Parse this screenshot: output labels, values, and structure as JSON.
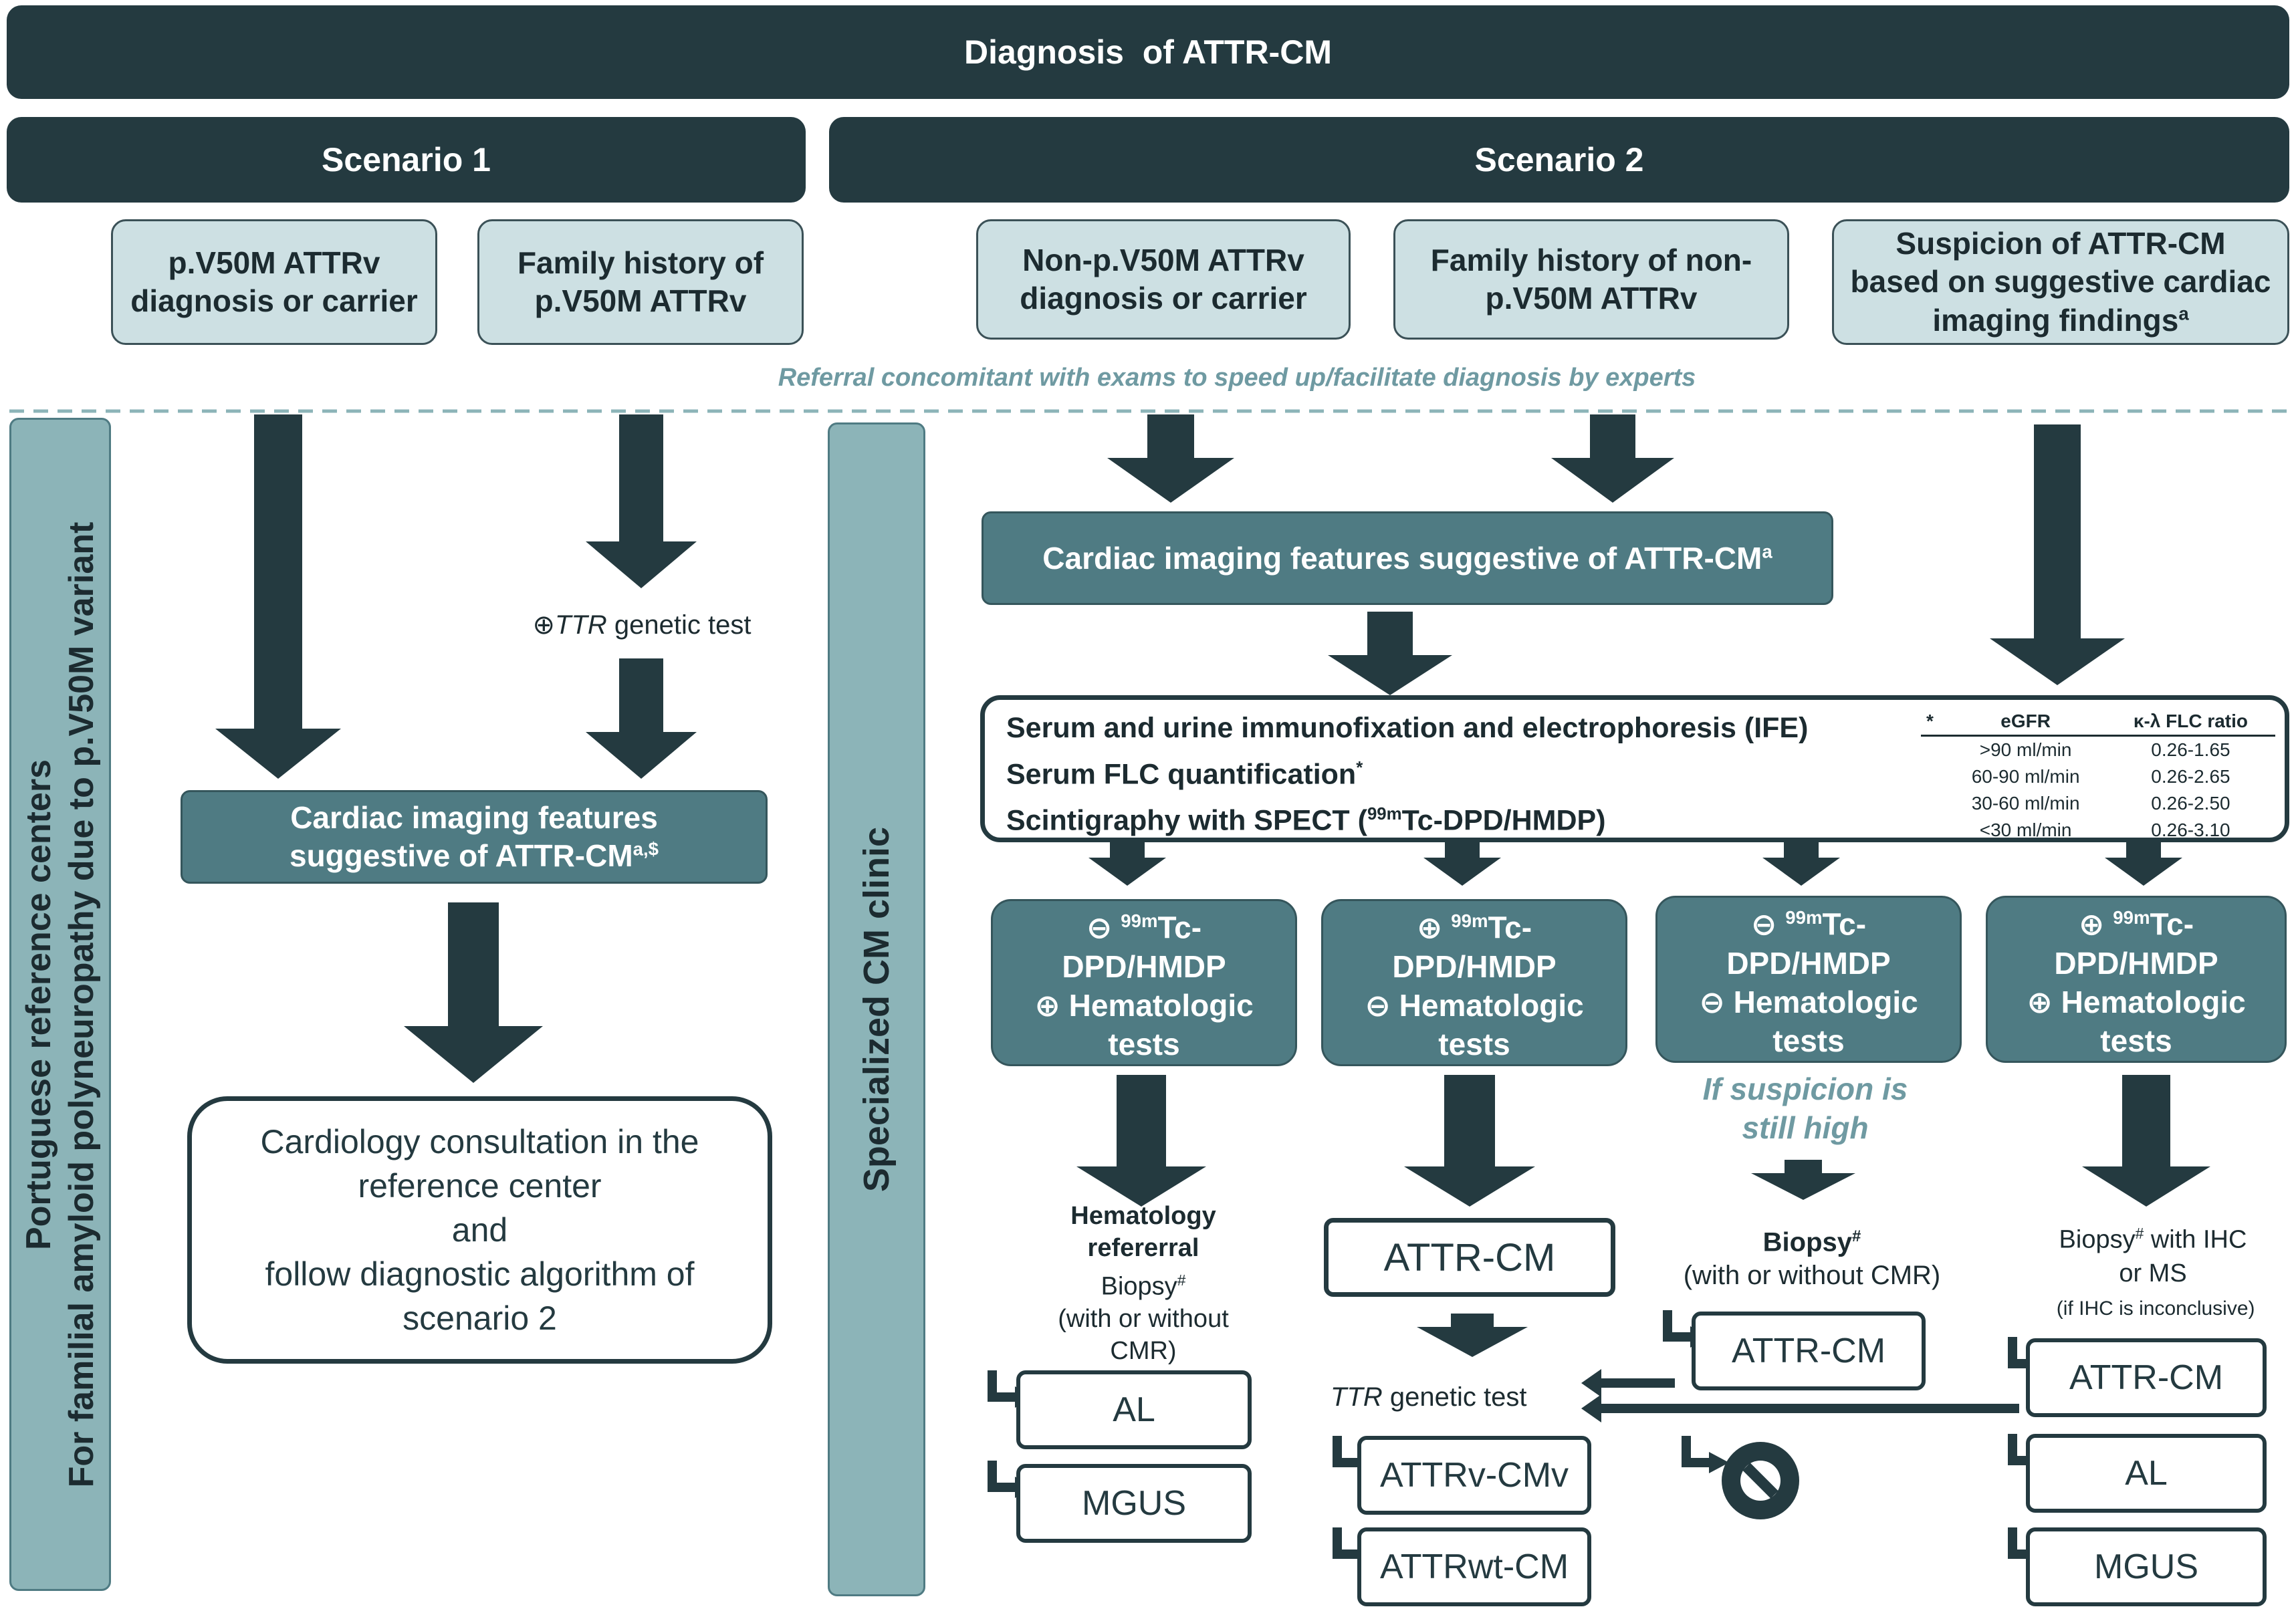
{
  "title": "Diagnosis  of ATTR-CM",
  "scenario1": {
    "label": "Scenario 1",
    "box_a": "p.V50M ATTRv diagnosis or carrier",
    "box_b": "Family history of p.V50M ATTRv",
    "genetic_test_symbol": "⊕",
    "genetic_test_gene": "TTR",
    "genetic_test_rest": " genetic test",
    "imaging": "Cardiac imaging features suggestive of ATTR-CM",
    "imaging_sup": "a,$",
    "consult": [
      "Cardiology consultation in the",
      "reference center",
      "and",
      "follow diagnostic algorithm of",
      "scenario 2"
    ],
    "side_line1": "Portuguese reference centers",
    "side_line2": "For familial amyloid polyneuropathy due to p.V50M variant"
  },
  "scenario2": {
    "label": "Scenario 2",
    "box_a": "Non-p.V50M ATTRv diagnosis or carrier",
    "box_b": "Family history of non-p.V50M ATTRv",
    "box_c": "Suspicion of ATTR-CM based on suggestive cardiac imaging findings",
    "box_c_sup": "a",
    "referral_note": "Referral concomitant with exams to speed up/facilitate diagnosis by experts",
    "side_label": "Specialized CM clinic",
    "imaging": "Cardiac imaging features suggestive of ATTR-CM",
    "imaging_sup": "a",
    "tests": {
      "line1": "Serum and urine immunofixation and electrophoresis (IFE)",
      "line2": "Serum FLC quantification",
      "line2_mark": "*",
      "line3_pre": "Scintigraphy with SPECT (",
      "line3_sup": "99m",
      "line3_post": "Tc-DPD/HMDP)"
    },
    "flc_table": {
      "star": "*",
      "col1": "eGFR",
      "col2": "κ-λ FLC ratio",
      "rows": [
        [
          ">90 ml/min",
          "0.26-1.65"
        ],
        [
          "60-90 ml/min",
          "0.26-2.65"
        ],
        [
          "30-60 ml/min",
          "0.26-2.50"
        ],
        [
          "<30 ml/min",
          "0.26-3.10"
        ]
      ]
    },
    "results": [
      {
        "scint_sign": "⊖",
        "heme_sign": "⊕"
      },
      {
        "scint_sign": "⊕",
        "heme_sign": "⊖"
      },
      {
        "scint_sign": "⊖",
        "heme_sign": "⊖"
      },
      {
        "scint_sign": "⊕",
        "heme_sign": "⊕"
      }
    ],
    "result_sup": "99m",
    "result_tc": "Tc-",
    "result_dpd": "DPD/HMDP",
    "result_heme": "Hematologic",
    "result_tests": "tests",
    "col1": {
      "heading": "Hematology refererral",
      "biopsy": "Biopsy",
      "biopsy_sup": "#",
      "cmr": "(with or without CMR)",
      "out1": "AL",
      "out2": "MGUS"
    },
    "col2": {
      "out_main": "ATTR-CM",
      "gene": "TTR",
      "gene_rest": " genetic test",
      "out1": "ATTRv-CMv",
      "out2": "ATTRwt-CM"
    },
    "col3": {
      "suspicion": "If suspicion is still high",
      "biopsy": "Biopsy",
      "biopsy_sup": "#",
      "cmr": "(with or without CMR)",
      "out1": "ATTR-CM"
    },
    "col4": {
      "biopsy": "Biopsy",
      "biopsy_sup": "#",
      "biopsy_rest": " with IHC",
      "ms": "or MS",
      "ms_note": " (if IHC is inconclusive)",
      "out1": "ATTR-CM",
      "out2": "AL",
      "out3": "MGUS"
    }
  },
  "colors": {
    "dark": "#243a40",
    "light": "#cde0e3",
    "teal": "#4f7b83",
    "side": "#8cb4b8",
    "note": "#6f9aa2"
  }
}
